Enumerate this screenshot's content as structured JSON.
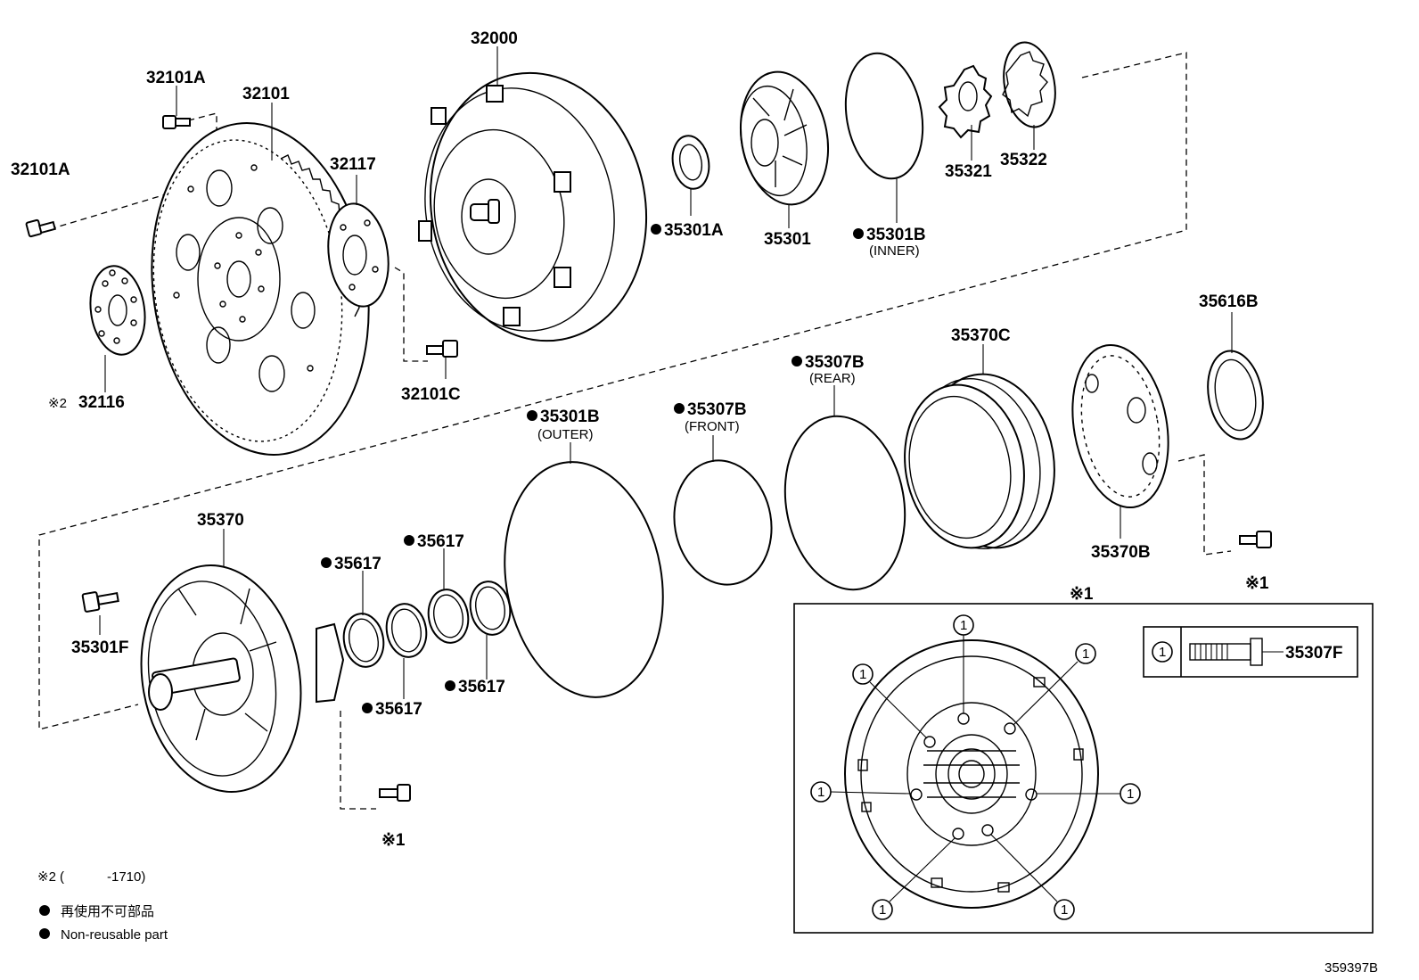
{
  "diagram_id": "359397B",
  "parts": {
    "p32000": "32000",
    "p32101A_top": "32101A",
    "p32101": "32101",
    "p32101A_left": "32101A",
    "p32117": "32117",
    "p32116": "32116",
    "p32116_mark": "※2",
    "p32101C": "32101C",
    "p35301A": "35301A",
    "p35301": "35301",
    "p35301B_inner": "35301B",
    "p35301B_inner_sub": "(INNER)",
    "p35321": "35321",
    "p35322": "35322",
    "p35616B": "35616B",
    "p35370C": "35370C",
    "p35307B_rear": "35307B",
    "p35307B_rear_sub": "(REAR)",
    "p35307B_front": "35307B",
    "p35307B_front_sub": "(FRONT)",
    "p35301B_outer": "35301B",
    "p35301B_outer_sub": "(OUTER)",
    "p35370B": "35370B",
    "p35370": "35370",
    "p35301F": "35301F",
    "p35617_a": "35617",
    "p35617_b": "35617",
    "p35617_c": "35617",
    "p35617_d": "35617",
    "p35307F": "35307F",
    "ref1_right": "※1",
    "ref1_bottom": "※1",
    "ref1_detail": "※1"
  },
  "detail_callout": "1",
  "legend": {
    "note2_mark": "※2",
    "note2_paren_open": "(",
    "note2_range": "-1710)",
    "nonreusable_jp": "再使用不可部品",
    "nonreusable_en": "Non-reusable part"
  }
}
